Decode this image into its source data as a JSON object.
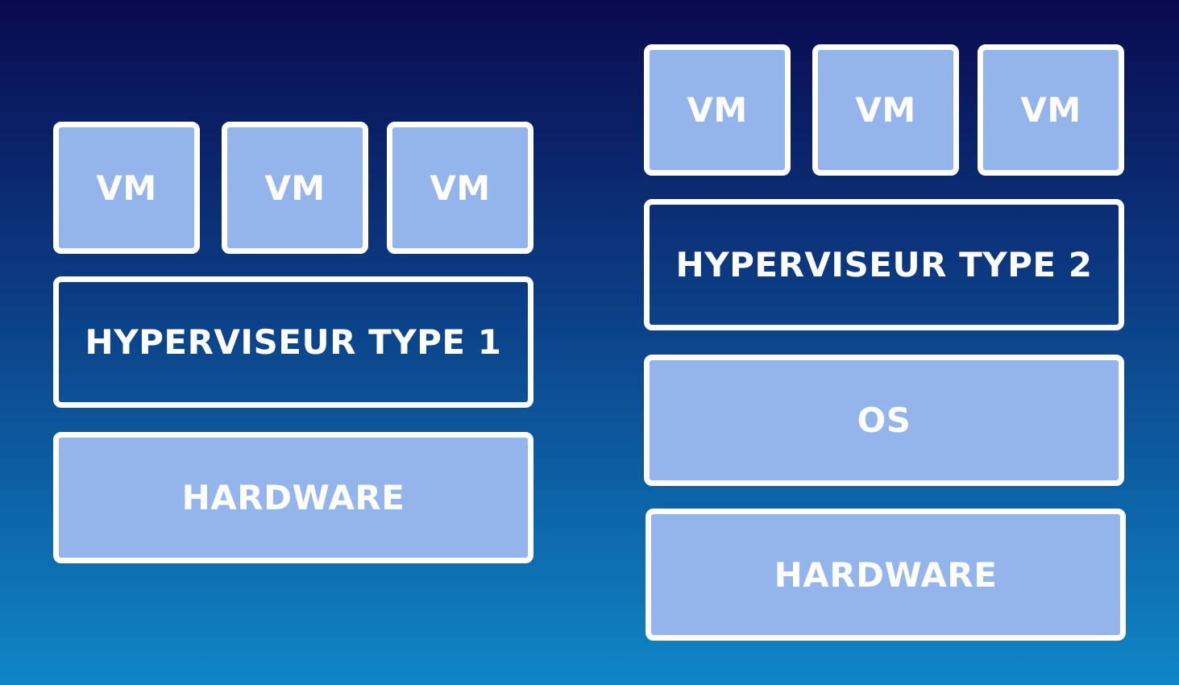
{
  "left_stack": {
    "vms": [
      "VM",
      "VM",
      "VM"
    ],
    "hypervisor": "HYPERVISEUR TYPE 1",
    "hardware": "HARDWARE"
  },
  "right_stack": {
    "vms": [
      "VM",
      "VM",
      "VM"
    ],
    "hypervisor": "HYPERVISEUR TYPE 2",
    "os": "OS",
    "hardware": "HARDWARE"
  },
  "colors": {
    "box_fill": "#94b4ec",
    "border": "#ffffff",
    "bg_top": "#0a0a4f",
    "bg_bottom": "#0e86c6"
  }
}
